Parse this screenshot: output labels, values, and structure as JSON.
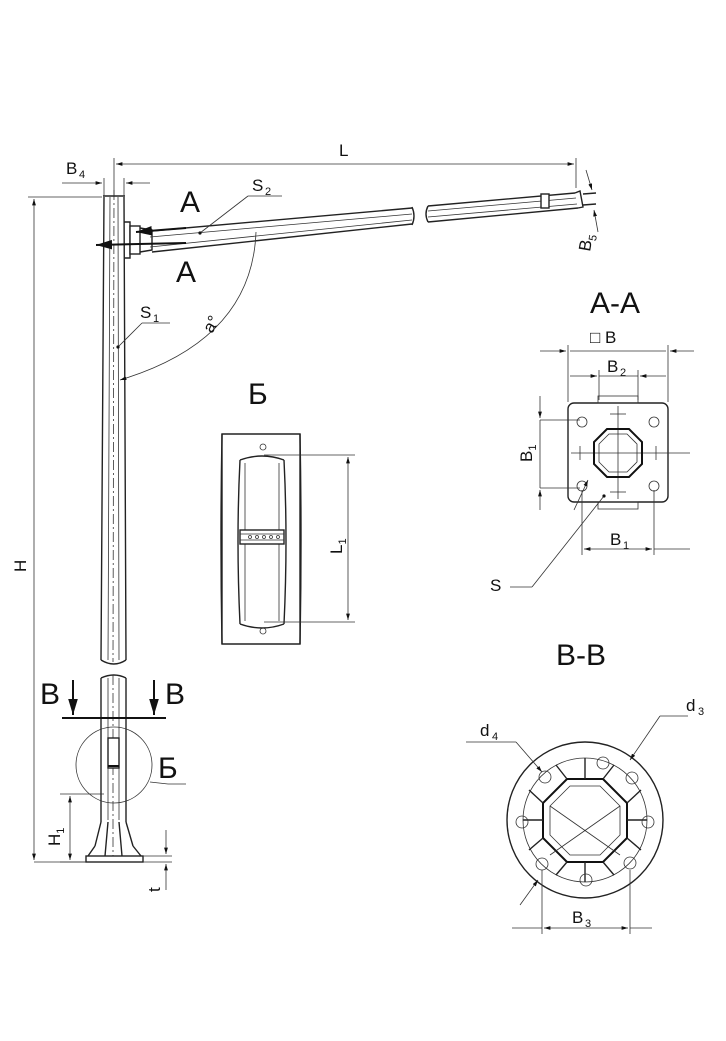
{
  "labels": {
    "L": "L",
    "B4": "B",
    "B4_sub": "4",
    "S2": "S",
    "S2_sub": "2",
    "A_top": "A",
    "A_bottom": "A",
    "B5": "B",
    "B5_sub": "5",
    "S1": "S",
    "S1_sub": "1",
    "angle": "a°",
    "H": "H",
    "B_arrow_left": "B",
    "B_arrow_right": "B",
    "detail_callout": "Б",
    "H1": "H",
    "H1_sub": "1",
    "t": "t",
    "detail_title": "Б",
    "L1": "L",
    "L1_sub": "1"
  },
  "section_aa": {
    "title": "A-A",
    "square_B": "□ B",
    "B2": "B",
    "B2_sub": "2",
    "B1_left": "B",
    "B1_left_sub": "1",
    "B1_bottom": "B",
    "B1_bottom_sub": "1",
    "S": "S"
  },
  "section_bb": {
    "title": "B-B",
    "d4": "d",
    "d4_sub": "4",
    "d3": "d",
    "d3_sub": "3",
    "B3": "B",
    "B3_sub": "3"
  }
}
